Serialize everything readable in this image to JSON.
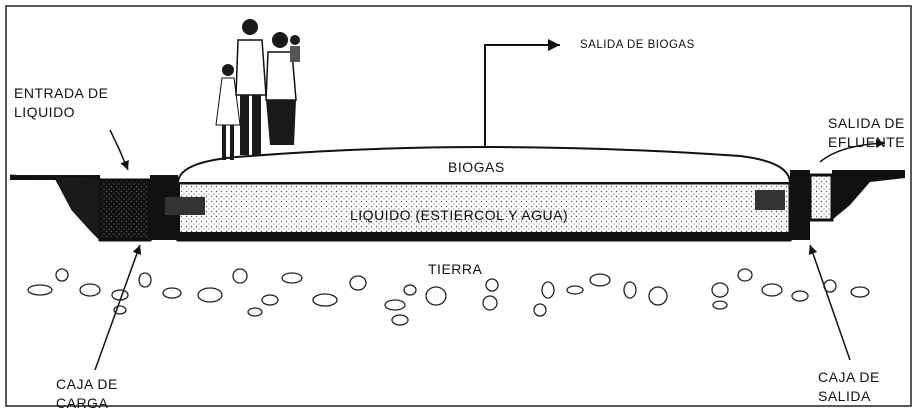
{
  "labels": {
    "salida_biogas": "SALIDA DE BIOGAS",
    "entrada_liquido_1": "ENTRADA DE",
    "entrada_liquido_2": "LIQUIDO",
    "salida_efluente_1": "SALIDA DE",
    "salida_efluente_2": "EFLUENTE",
    "biogas": "BIOGAS",
    "liquido": "LIQUIDO (ESTIERCOL Y AGUA)",
    "tierra": "TIERRA",
    "caja_carga_1": "CAJA DE",
    "caja_carga_2": "CARGA",
    "caja_salida_1": "CAJA DE",
    "caja_salida_2": "SALIDA"
  },
  "colors": {
    "ink": "#111111",
    "ground_fill": "#1a1a1a",
    "dots": "#444444"
  }
}
